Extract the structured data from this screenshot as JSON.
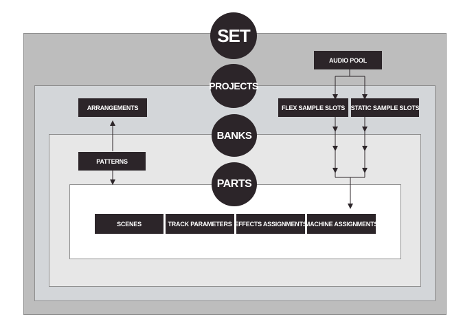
{
  "layers": {
    "set": "SET",
    "projects": "PROJECTS",
    "banks": "BANKS",
    "parts": "PARTS"
  },
  "nodes": {
    "audio_pool": "AUDIO POOL",
    "arrangements": "ARRANGEMENTS",
    "flex_sample_slots": "FLEX SAMPLE SLOTS",
    "static_sample_slots": "STATIC SAMPLE SLOTS",
    "patterns": "PATTERNS",
    "scenes": "SCENES",
    "track_parameters": "TRACK PARAMETERS",
    "effects_assignments": "EFFECTS ASSIGNMENTS",
    "machine_assignments": "MACHINE ASSIGNMENTS"
  },
  "colors": {
    "node_fill": "#2c2529",
    "node_text": "#ffffff",
    "set_layer": "#bdbdbd",
    "projects_layer": "#d3d6d9",
    "banks_layer": "#e7e7e7",
    "parts_layer": "#ffffff",
    "connector": "#2c2529"
  }
}
